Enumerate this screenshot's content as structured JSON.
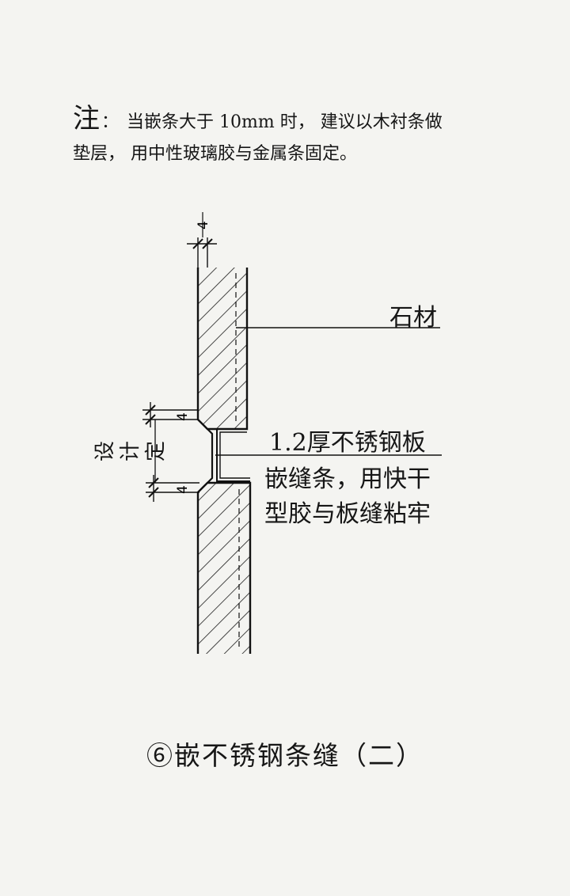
{
  "note": {
    "mark": "注",
    "colon": "：",
    "line1": "当嵌条大于 10mm 时， 建议以木衬条做",
    "line2": "垫层， 用中性玻璃胶与金属条固定。"
  },
  "diagram": {
    "dim_top": "4",
    "dim_joint_a": "4",
    "dim_joint_b": "4",
    "label_stone": "石材",
    "label_steel_line1": "1.2厚不锈钢板",
    "label_steel_line2": "嵌缝条，用快干",
    "label_steel_line3": "型胶与板缝粘牢",
    "label_design": "设计定"
  },
  "caption": "⑥嵌不锈钢条缝（二）"
}
